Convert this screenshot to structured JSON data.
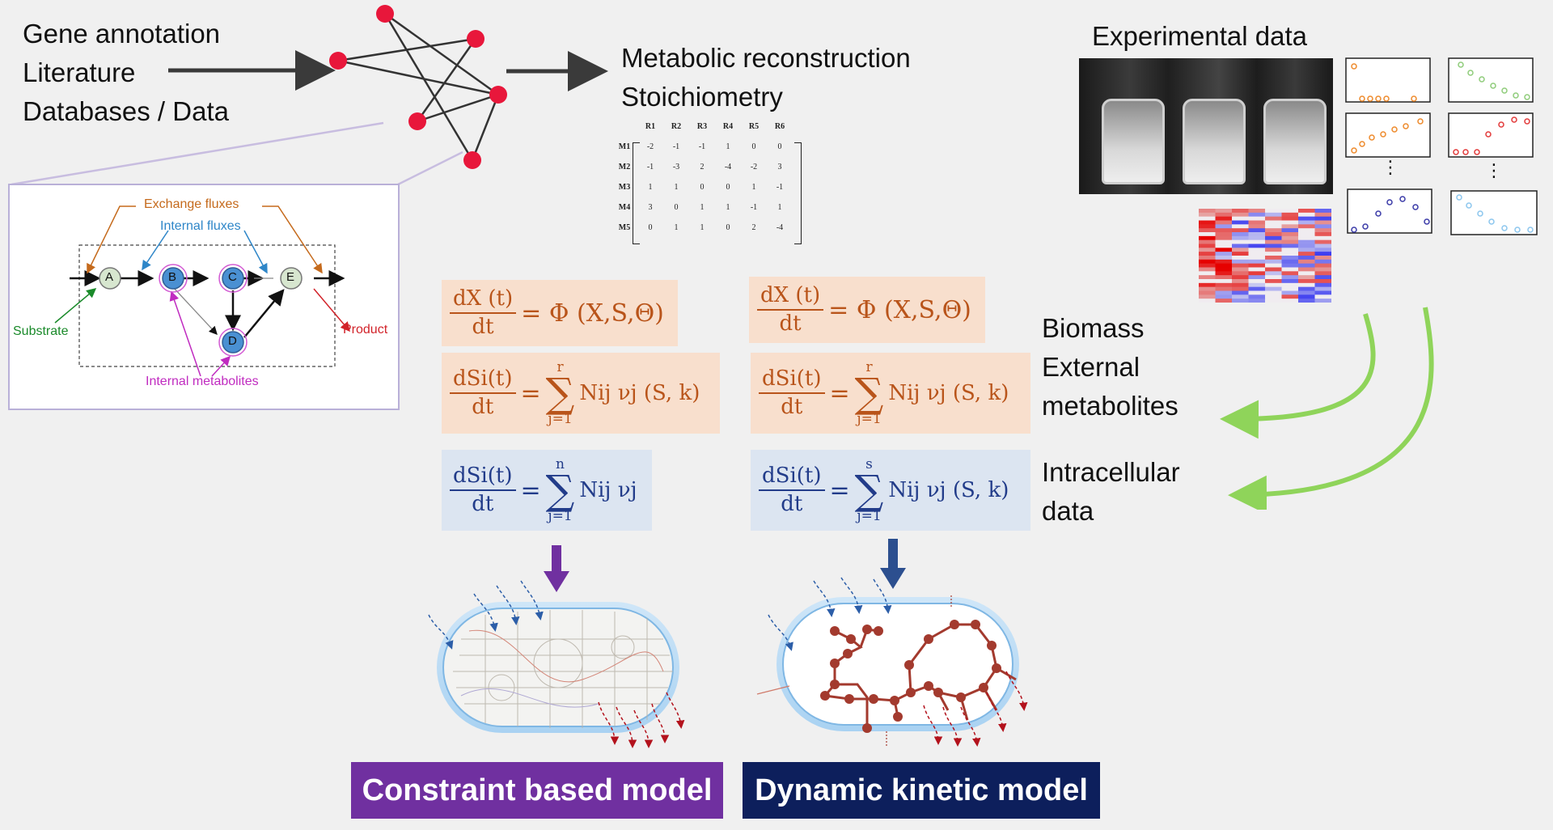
{
  "sources": {
    "line1": "Gene annotation",
    "line2": "Literature",
    "line3": "Databases / Data"
  },
  "reconstruction": {
    "line1": "Metabolic reconstruction",
    "line2": "Stoichiometry"
  },
  "matrix": {
    "col_headers": [
      "R1",
      "R2",
      "R3",
      "R4",
      "R5",
      "R6"
    ],
    "rows": [
      {
        "label": "M1",
        "values": [
          "-2",
          "-1",
          "-1",
          "1",
          "0",
          "0"
        ]
      },
      {
        "label": "M2",
        "values": [
          "-1",
          "-3",
          "2",
          "-4",
          "-2",
          "3"
        ]
      },
      {
        "label": "M3",
        "values": [
          "1",
          "1",
          "0",
          "0",
          "1",
          "-1"
        ]
      },
      {
        "label": "M4",
        "values": [
          "3",
          "0",
          "1",
          "1",
          "-1",
          "1"
        ]
      },
      {
        "label": "M5",
        "values": [
          "0",
          "1",
          "1",
          "0",
          "2",
          "-4"
        ]
      }
    ]
  },
  "network_inset": {
    "exchange_fluxes": "Exchange fluxes",
    "internal_fluxes": "Internal fluxes",
    "substrate": "Substrate",
    "product": "Product",
    "internal_metabolites": "Internal metabolites",
    "nodes": [
      "A",
      "B",
      "C",
      "D",
      "E"
    ]
  },
  "experimental": {
    "title": "Experimental data",
    "dots": "⋮"
  },
  "outputs": {
    "biomass": "Biomass",
    "external1": "External",
    "external2": "metabolites",
    "intracellular1": "Intracellular",
    "intracellular2": "data"
  },
  "equations": {
    "dxdt_num": "dX (t)",
    "dxdt_den": "dt",
    "phi_rhs": "=  Φ (X,S,Θ)",
    "dsdt_num": "dSi(t)",
    "dsdt_den": "dt",
    "eq": "=",
    "sum_lower": "j=1",
    "sum_upper_r": "r",
    "sum_upper_n": "n",
    "sum_upper_s": "s",
    "term_kinetic": "Nij νj (S, k)",
    "term_cb": "Nij νj"
  },
  "models": {
    "constraint": "Constraint based model",
    "dynamic": "Dynamic kinetic model"
  },
  "colors": {
    "orange_text": "#b9541a",
    "orange_bg": "#f8dfcd",
    "blue_text": "#223c8a",
    "blue_bg": "#dce5f1",
    "purple": "#7030a0",
    "navy": "#0d1f5c",
    "green_arrow": "#8fd45a",
    "node_red": "#e8173b"
  }
}
